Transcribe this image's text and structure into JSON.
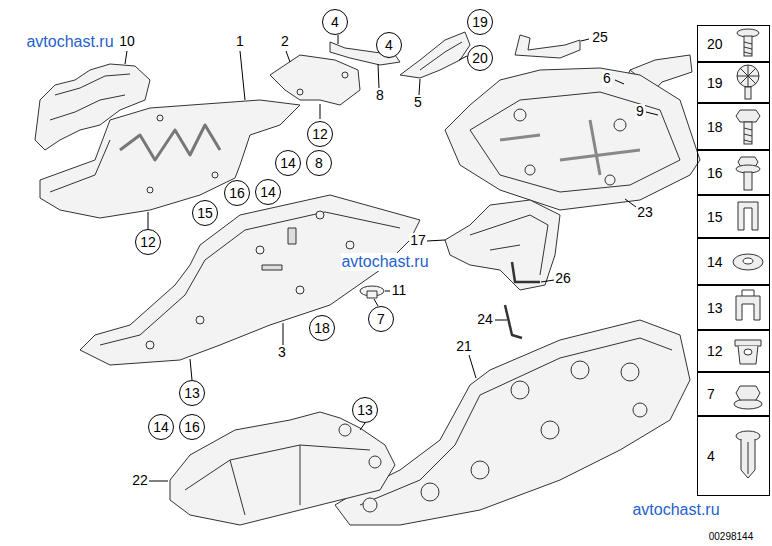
{
  "diagram": {
    "nodes": [
      {
        "text": [
          "4"
        ]
      },
      {
        "text": [
          "19"
        ]
      },
      {
        "text": [
          "4"
        ]
      },
      {
        "text": [
          "20"
        ]
      },
      {
        "text": [
          "12"
        ]
      },
      {
        "text": [
          "14"
        ]
      },
      {
        "text": [
          "8"
        ]
      },
      {
        "text": [
          "16"
        ]
      },
      {
        "text": [
          "14"
        ]
      },
      {
        "text": [
          "15"
        ]
      },
      {
        "text": [
          "12"
        ]
      },
      {
        "text": [
          "7"
        ]
      },
      {
        "text": [
          "18"
        ]
      },
      {
        "text": [
          "13"
        ]
      },
      {
        "text": [
          "13"
        ]
      },
      {
        "text": [
          "14"
        ]
      },
      {
        "text": [
          "16"
        ]
      },
      {
        "text": [
          "20"
        ]
      },
      {
        "text": [
          "19"
        ]
      },
      {
        "text": [
          "18"
        ]
      },
      {
        "text": [
          "16"
        ]
      },
      {
        "text": [
          "15"
        ]
      },
      {
        "text": [
          "14"
        ]
      },
      {
        "text": [
          "13"
        ]
      },
      {
        "text": [
          "12"
        ]
      },
      {
        "text": [
          "7"
        ]
      },
      {
        "text": [
          "4"
        ]
      }
    ],
    "labels": [
      "avtochast.ru",
      "10",
      "1",
      "2",
      "25",
      "6",
      "8",
      "5",
      "9",
      "23",
      "17",
      "avtochast.ru",
      "26",
      "11",
      "24",
      "21",
      "3",
      "22",
      "avtochast.ru",
      "00298144"
    ]
  }
}
